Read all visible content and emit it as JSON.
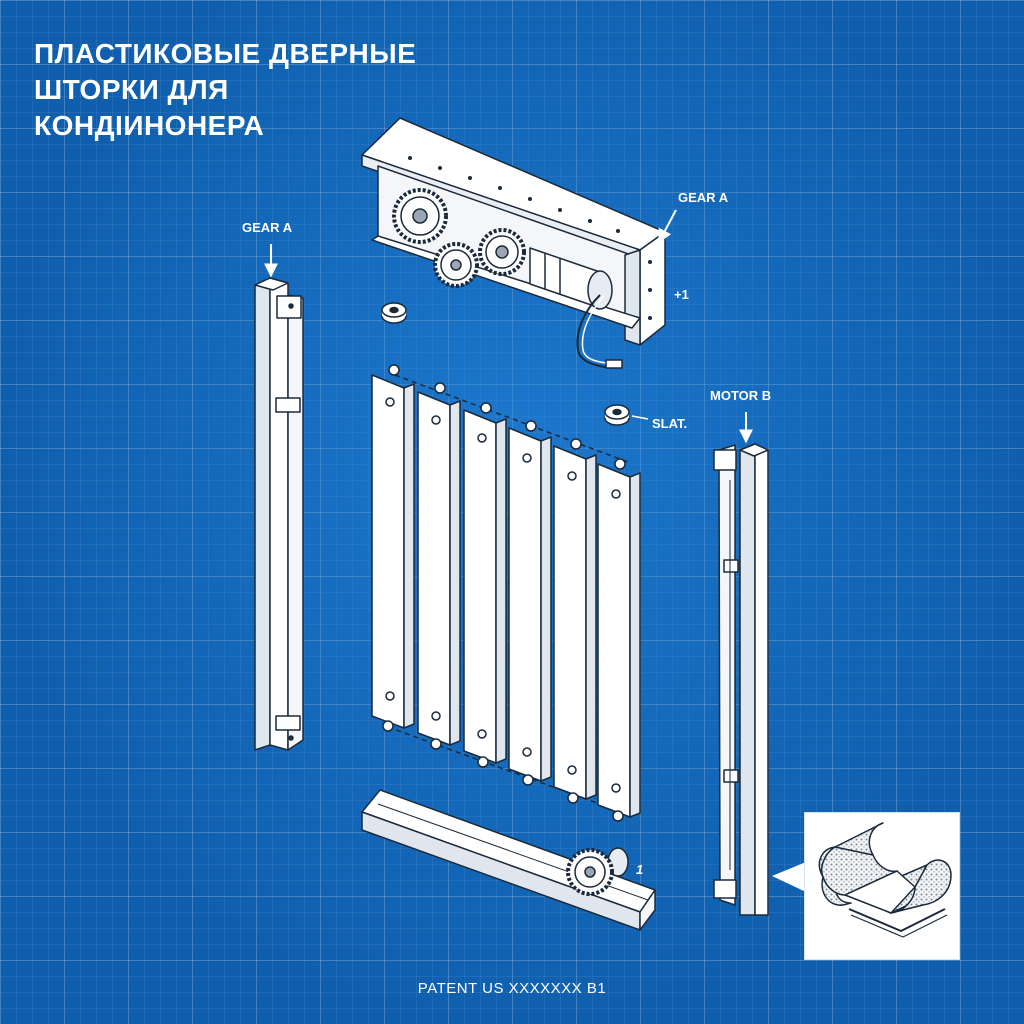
{
  "title": {
    "line1": "ПЛАСТИКОВЫЕ ДВЕРНЫЕ",
    "line2": "ШТОРКИ ДЛЯ",
    "line3": "КОНДIИНОНЕРА"
  },
  "labels": {
    "gear_a_left": "GEAR A",
    "gear_a_top": "GEAR A",
    "plus_one": "+1",
    "motor_b": "MOTOR B",
    "slat": "SLAT.",
    "one": "1"
  },
  "footer": "PATENT US XXXXXXX B1",
  "colors": {
    "background": "#0f5fae",
    "line": "#ffffff",
    "ink": "#1a2a3a"
  }
}
